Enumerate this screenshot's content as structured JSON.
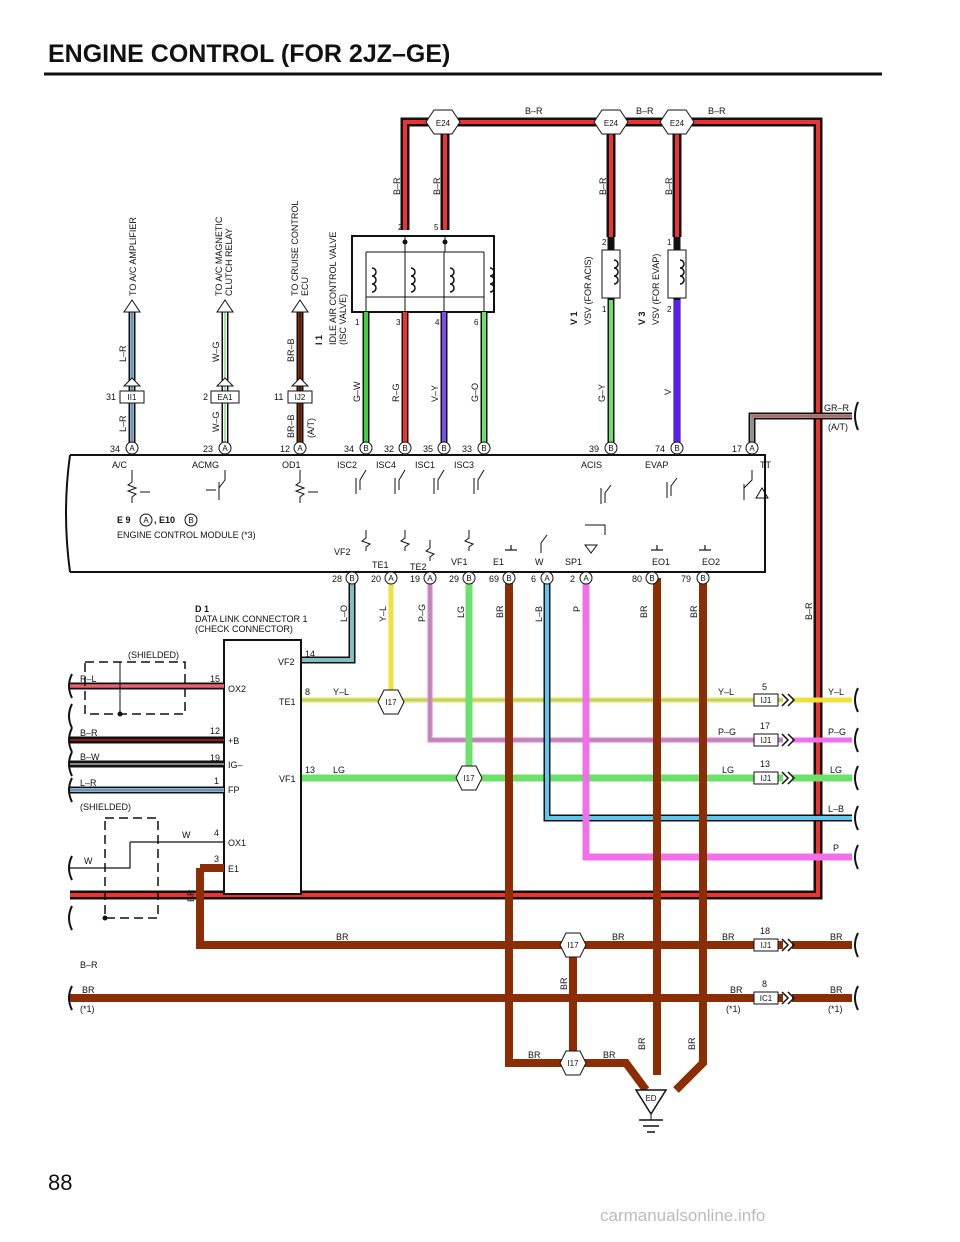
{
  "title": "ENGINE CONTROL (FOR 2JZ–GE)",
  "page_number": "88",
  "watermark": "carmanualsonline.info",
  "colors": {
    "BR": "#8b2e05",
    "LG": "#6be06b",
    "V": "#5a1ff0",
    "P": "#f070e8",
    "GR": "#909090",
    "R": "#e33",
    "L": "#5cc8f0",
    "Y": "#f0e040",
    "G": "#3fd03f",
    "W": "#ffffff",
    "B": "#111111",
    "O": "#ff9a3a"
  },
  "ecm": {
    "name_line1": "E 9",
    "name_and": ", E10",
    "name_line2": "ENGINE CONTROL MODULE (*3)",
    "conn_a": "A",
    "conn_b": "B"
  },
  "top_connectors": {
    "e24": "E24"
  },
  "top_wire_labels": {
    "br_1": "B–R",
    "br_2": "B–R",
    "br_3": "B–R"
  },
  "components": {
    "isc_title1": "I 1",
    "isc_title2": "IDLE AIR CONTROL VALVE",
    "isc_title3": "(ISC VALVE)",
    "v1_title": "V 1",
    "v1_sub": "VSV (FOR ACIS)",
    "v3_title": "V 3",
    "v3_sub": "VSV (FOR EVAP)",
    "to_ac_amp": "TO A/C AMPLIFIER",
    "to_ac_relay1": "TO A/C MAGNETIC",
    "to_ac_relay2": "CLUTCH RELAY",
    "to_cruise1": "TO CRUISE CONTROL",
    "to_cruise2": "ECU",
    "dlc_title1": "D 1",
    "dlc_title2": "DATA LINK CONNECTOR 1",
    "dlc_title3": "(CHECK CONNECTOR)",
    "shielded": "(SHIELDED)"
  },
  "ecm_top_pins": [
    {
      "id": "ac",
      "num": "34",
      "conn": "A",
      "term": "A/C"
    },
    {
      "id": "acmg",
      "num": "23",
      "conn": "A",
      "term": "ACMG"
    },
    {
      "id": "od1",
      "num": "12",
      "conn": "A",
      "term": "OD1"
    },
    {
      "id": "isc2",
      "num": "34",
      "conn": "B",
      "term": "ISC2"
    },
    {
      "id": "isc4",
      "num": "32",
      "conn": "B",
      "term": "ISC4"
    },
    {
      "id": "isc1",
      "num": "35",
      "conn": "B",
      "term": "ISC1"
    },
    {
      "id": "isc3",
      "num": "33",
      "conn": "B",
      "term": "ISC3"
    },
    {
      "id": "acis",
      "num": "39",
      "conn": "B",
      "term": "ACIS"
    },
    {
      "id": "evap",
      "num": "74",
      "conn": "B",
      "term": "EVAP"
    },
    {
      "id": "tt",
      "num": "17",
      "conn": "A",
      "term": "TT"
    }
  ],
  "ecm_bottom_pins": [
    {
      "id": "vf2",
      "num": "28",
      "conn": "B",
      "term": "VF2"
    },
    {
      "id": "te1",
      "num": "20",
      "conn": "A",
      "term": "TE1"
    },
    {
      "id": "te2",
      "num": "19",
      "conn": "A",
      "term": "TE2"
    },
    {
      "id": "vf1",
      "num": "29",
      "conn": "B",
      "term": "VF1"
    },
    {
      "id": "e1",
      "num": "69",
      "conn": "B",
      "term": "E1"
    },
    {
      "id": "w",
      "num": "6",
      "conn": "A",
      "term": "W"
    },
    {
      "id": "sp1",
      "num": "2",
      "conn": "A",
      "term": "SP1"
    },
    {
      "id": "eo1",
      "num": "80",
      "conn": "B",
      "term": "EO1"
    },
    {
      "id": "eo2",
      "num": "79",
      "conn": "B",
      "term": "EO2"
    }
  ],
  "junctions": {
    "ii1_pin": "31",
    "ii1": "II1",
    "ea1_pin": "2",
    "ea1": "EA1",
    "ij2_pin": "11",
    "ij2": "IJ2",
    "i17": "I17",
    "ij1": "IJ1",
    "ic1": "IC1",
    "ed": "ED",
    "ij1_5": "5",
    "ij1_17": "17",
    "ij1_13": "13",
    "ij1_18": "18",
    "ic1_8": "8"
  },
  "wire_labels": {
    "lr": "L–R",
    "wg": "W–G",
    "brb": "BR–B",
    "at": "(A/T)",
    "gw": "G–W",
    "rg": "R–G",
    "vy": "V–Y",
    "go": "G–O",
    "br_top": "B–R",
    "gy": "G–Y",
    "v": "V",
    "grr": "GR–R",
    "at2": "(A/T)",
    "lo": "L–O",
    "yl": "Y–L",
    "pg": "P–G",
    "lg": "LG",
    "br": "BR",
    "lb": "L–B",
    "p": "P",
    "b_r": "B–R",
    "rl": "R–L",
    "b_r2": "B–R",
    "bw": "B–W",
    "lr2": "L–R",
    "w": "W",
    "star1": "(*1)"
  },
  "coil_pins": {
    "isc_2": "2",
    "isc_5": "5",
    "isc_1": "1",
    "isc_3": "3",
    "isc_4": "4",
    "isc_6": "6",
    "v1_2": "2",
    "v1_1": "1",
    "v3_1": "1",
    "v3_2": "2"
  },
  "dlc_terms": [
    {
      "id": "vf2",
      "term": "VF2",
      "pin": "14"
    },
    {
      "id": "te1",
      "term": "TE1",
      "pin": "8"
    },
    {
      "id": "vf1",
      "term": "VF1",
      "pin": "13"
    },
    {
      "id": "ox2",
      "term": "OX2",
      "pin": "15"
    },
    {
      "id": "b_plus",
      "term": "+B",
      "pin": "12"
    },
    {
      "id": "ig",
      "term": "IG–",
      "pin": "19"
    },
    {
      "id": "fp",
      "term": "FP",
      "pin": "1"
    },
    {
      "id": "ox1",
      "term": "OX1",
      "pin": "4"
    },
    {
      "id": "e1",
      "term": "E1",
      "pin": "3"
    }
  ]
}
